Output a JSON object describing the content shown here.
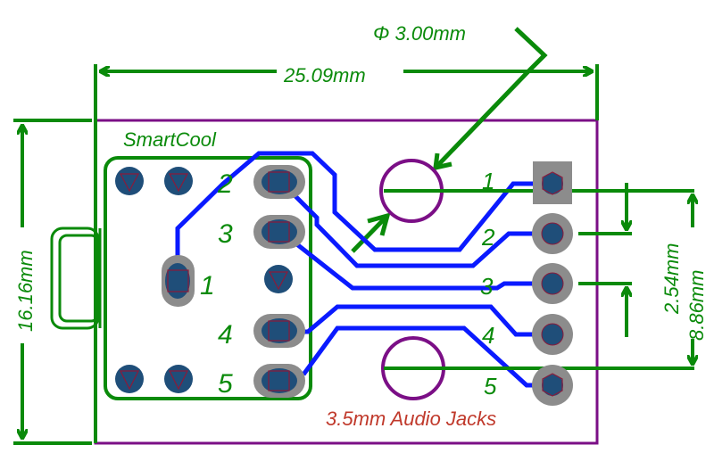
{
  "diagram": {
    "title": "PCB layout - SmartCool 3.5mm audio jack breakout",
    "colors": {
      "dimension": "#0a8a0a",
      "board_outline": "#7b0f86",
      "trace": "#0a1aff",
      "pad": "#8c8c8c",
      "drill": "#1f4e79",
      "note": "#c0392b"
    },
    "dimensions": {
      "width": "25.09mm",
      "height": "16.16mm",
      "hole_diameter": "Φ  3.00mm",
      "pin_pitch": "2.54mm",
      "hole_spacing": "8.86mm"
    },
    "component": {
      "name": "SmartCool",
      "left_pin_labels": [
        "2",
        "3",
        "1",
        "4",
        "5"
      ]
    },
    "header": {
      "pin_labels": [
        "1",
        "2",
        "3",
        "4",
        "5"
      ]
    },
    "note": "3.5mm Audio Jacks"
  }
}
